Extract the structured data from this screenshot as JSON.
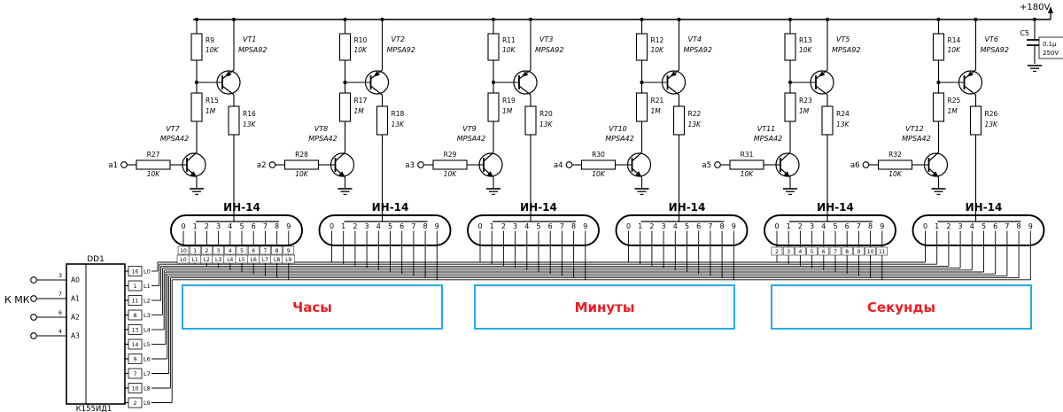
{
  "schematic": {
    "power_label": "+180V",
    "capacitor": {
      "name": "C5",
      "value": "0.1µ",
      "voltage": "250V"
    },
    "tube_digits": [
      "0",
      "1",
      "2",
      "3",
      "4",
      "5",
      "6",
      "7",
      "8",
      "9"
    ],
    "tube1_pin_numbers": [
      "10",
      "1",
      "2",
      "3",
      "4",
      "5",
      "6",
      "7",
      "8",
      "9"
    ],
    "tube1_wire_labels": [
      "L0",
      "L1",
      "L2",
      "L3",
      "L4",
      "L5",
      "L6",
      "L7",
      "L8",
      "L9"
    ],
    "tube5_pin_numbers": [
      "2",
      "3",
      "4",
      "5",
      "6",
      "7",
      "8",
      "9",
      "10",
      "11"
    ],
    "stages": [
      {
        "input_label": "a1",
        "input_resistor": {
          "name": "R27",
          "value": "10K"
        },
        "lower_transistor": {
          "name": "VT7",
          "part": "MPSA42"
        },
        "pullup_resistor": {
          "name": "R9",
          "value": "10K"
        },
        "base_resistor": {
          "name": "R15",
          "value": "1M"
        },
        "upper_transistor": {
          "name": "VT1",
          "part": "MPSA92"
        },
        "anode_resistor": {
          "name": "R16",
          "value": "13K"
        },
        "tube_label": "ИН-14"
      },
      {
        "input_label": "a2",
        "input_resistor": {
          "name": "R28",
          "value": "10K"
        },
        "lower_transistor": {
          "name": "VT8",
          "part": "MPSA42"
        },
        "pullup_resistor": {
          "name": "R10",
          "value": "10K"
        },
        "base_resistor": {
          "name": "R17",
          "value": "1M"
        },
        "upper_transistor": {
          "name": "VT2",
          "part": "MPSA92"
        },
        "anode_resistor": {
          "name": "R18",
          "value": "13K"
        },
        "tube_label": "ИН-14"
      },
      {
        "input_label": "a3",
        "input_resistor": {
          "name": "R29",
          "value": "10K"
        },
        "lower_transistor": {
          "name": "VT9",
          "part": "MPSA42"
        },
        "pullup_resistor": {
          "name": "R11",
          "value": "10K"
        },
        "base_resistor": {
          "name": "R19",
          "value": "1M"
        },
        "upper_transistor": {
          "name": "VT3",
          "part": "MPSA92"
        },
        "anode_resistor": {
          "name": "R20",
          "value": "13K"
        },
        "tube_label": "ИН-14"
      },
      {
        "input_label": "a4",
        "input_resistor": {
          "name": "R30",
          "value": "10K"
        },
        "lower_transistor": {
          "name": "VT10",
          "part": "MPSA42"
        },
        "pullup_resistor": {
          "name": "R12",
          "value": "10K"
        },
        "base_resistor": {
          "name": "R21",
          "value": "1M"
        },
        "upper_transistor": {
          "name": "VT4",
          "part": "MPSA92"
        },
        "anode_resistor": {
          "name": "R22",
          "value": "13K"
        },
        "tube_label": "ИН-14"
      },
      {
        "input_label": "a5",
        "input_resistor": {
          "name": "R31",
          "value": "10K"
        },
        "lower_transistor": {
          "name": "VT11",
          "part": "MPSA42"
        },
        "pullup_resistor": {
          "name": "R13",
          "value": "10K"
        },
        "base_resistor": {
          "name": "R23",
          "value": "1M"
        },
        "upper_transistor": {
          "name": "VT5",
          "part": "MPSA92"
        },
        "anode_resistor": {
          "name": "R24",
          "value": "13K"
        },
        "tube_label": "ИН-14"
      },
      {
        "input_label": "a6",
        "input_resistor": {
          "name": "R32",
          "value": "10K"
        },
        "lower_transistor": {
          "name": "VT12",
          "part": "MPSA42"
        },
        "pullup_resistor": {
          "name": "R14",
          "value": "10K"
        },
        "base_resistor": {
          "name": "R25",
          "value": "1M"
        },
        "upper_transistor": {
          "name": "VT6",
          "part": "MPSA92"
        },
        "anode_resistor": {
          "name": "R26",
          "value": "13K"
        },
        "tube_label": "ИН-14"
      }
    ],
    "decoder": {
      "designator": "DD1",
      "part": "К155ИД1",
      "external_label": "К МК",
      "inputs": [
        {
          "pin": "3",
          "label": "A0"
        },
        {
          "pin": "7",
          "label": "A1"
        },
        {
          "pin": "6",
          "label": "A2"
        },
        {
          "pin": "4",
          "label": "A3"
        }
      ],
      "outputs": [
        {
          "pin": "16",
          "label": "L0"
        },
        {
          "pin": "1",
          "label": "L1"
        },
        {
          "pin": "11",
          "label": "L2"
        },
        {
          "pin": "8",
          "label": "L3"
        },
        {
          "pin": "13",
          "label": "L4"
        },
        {
          "pin": "14",
          "label": "L5"
        },
        {
          "pin": "9",
          "label": "L6"
        },
        {
          "pin": "7",
          "label": "L7"
        },
        {
          "pin": "10",
          "label": "L8"
        },
        {
          "pin": "2",
          "label": "L9"
        }
      ]
    },
    "groups": [
      {
        "label": "Часы"
      },
      {
        "label": "Минуты"
      },
      {
        "label": "Секунды"
      }
    ],
    "colors": {
      "wire": "#000000",
      "group_border": "#29a9e2",
      "group_text": "#ec1c24",
      "background": "#ffffff"
    }
  }
}
